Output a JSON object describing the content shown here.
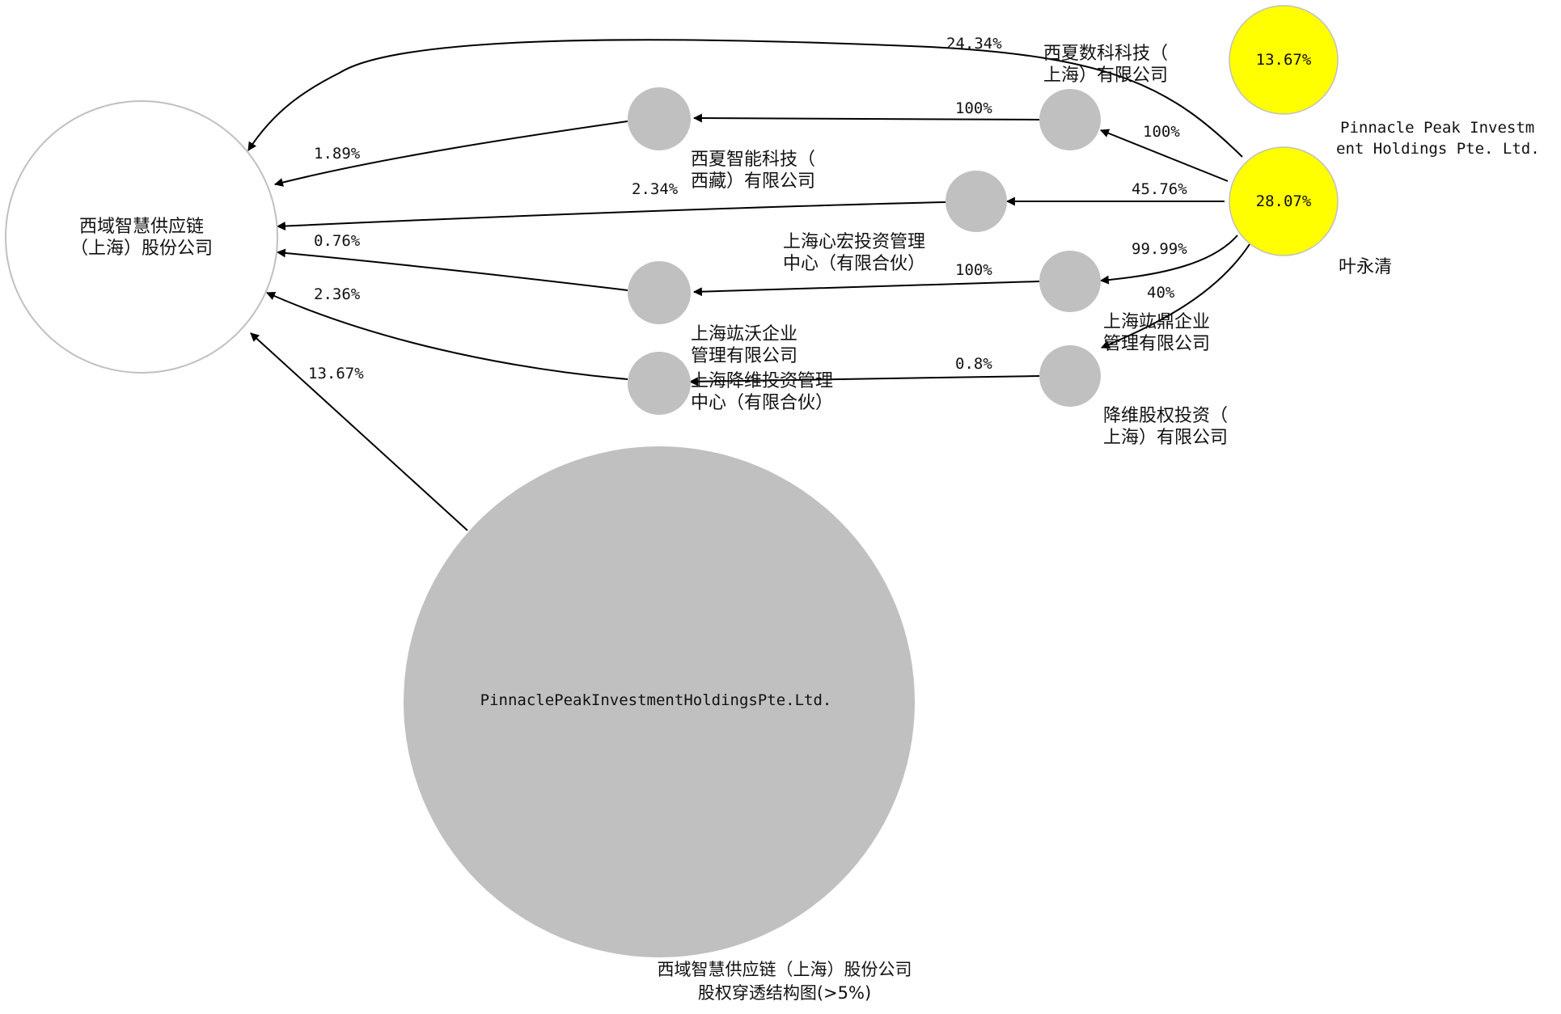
{
  "title": [
    "西域智慧供应链（上海）股份公司",
    "股权穿透结构图(>5%)"
  ],
  "nodes": {
    "target": [
      "西域智慧供应链",
      "（上海）股份公司"
    ],
    "big_holder": "PinnaclePeakInvestmentHoldingsPte.Ltd.",
    "pinnacle_person": "13.67%",
    "pinnacle_name": [
      "Pinnacle Peak Investm",
      "ent Holdings Pte. Ltd."
    ],
    "ye_pct": "28.07%",
    "ye_name": "叶永清",
    "xixia_shuke": [
      "西夏数科科技（",
      "上海）有限公司"
    ],
    "xixia_zhineng": [
      "西夏智能科技（",
      "西藏）有限公司"
    ],
    "xinhong": [
      "上海心宏投资管理",
      "中心（有限合伙）"
    ],
    "hongwo": [
      "上海竑沃企业",
      "管理有限公司"
    ],
    "hongding": [
      "上海竑鼎企业",
      "管理有限公司"
    ],
    "jiangwei_mgmt": [
      "上海降维投资管理",
      "中心（有限合伙）"
    ],
    "jiangwei_equity": [
      "降维股权投资（",
      "上海）有限公司"
    ]
  },
  "edges": {
    "ye_to_target": "24.34%",
    "zhineng_to_target": "1.89%",
    "shuke_to_zhineng": "100%",
    "ye_to_shuke": "100%",
    "xinhong_to_target": "2.34%",
    "ye_to_xinhong": "45.76%",
    "hongwo_to_target": "0.76%",
    "hongding_to_hongwo": "100%",
    "ye_to_hongding": "99.99%",
    "ye_to_jiangwei_equity": "40%",
    "jiangwei_mgmt_to_target": "2.36%",
    "equity_to_mgmt": "0.8%",
    "big_to_target": "13.67%"
  },
  "colors": {
    "node_gray": "#c0c0c0",
    "highlight": "#ffff00",
    "target_stroke": "#c0c0c0"
  }
}
